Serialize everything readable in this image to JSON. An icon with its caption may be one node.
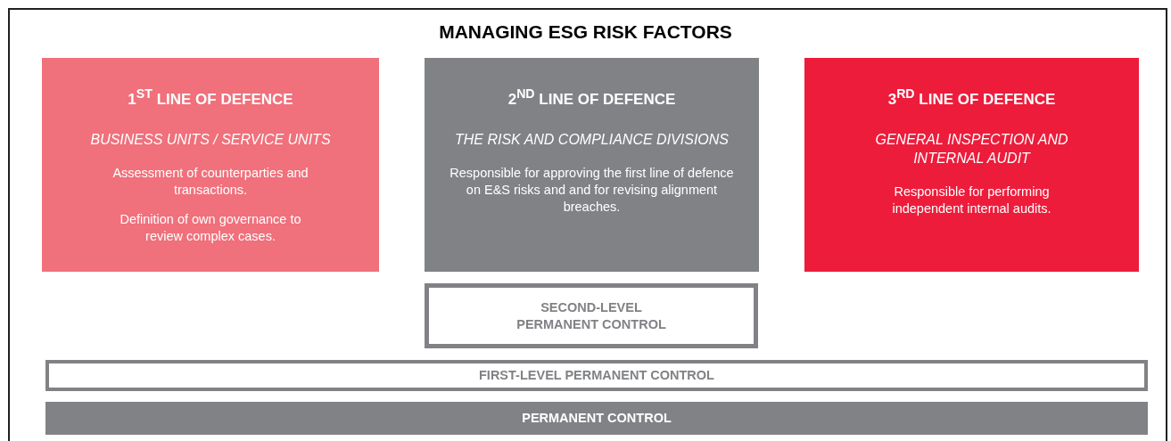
{
  "diagram": {
    "title": "MANAGING ESG RISK FACTORS",
    "nodes": [
      {
        "text": [
          "1$^{ST}$ LINE OF DEFENCE",
          "BUSINESS UNITS / SERVICE UNITS",
          "Assessment of counterparties and transactions.",
          "Definition of own governance to review complex cases."
        ]
      },
      {
        "text": [
          "2$^{ND}$ LINE OF DEFENCE",
          "THE RISK AND COMPLIANCE DIVISIONS",
          "Responsible for approving the first line of defence on E&S risks and and for revising alignment breaches."
        ]
      },
      {
        "text": [
          "3$^{RD}$ LINE OF DEFENCE",
          "GENERAL INSPECTION AND INTERNAL AUDIT",
          "Responsible for performing independent internal audits."
        ]
      },
      {
        "text": [
          "SECOND-LEVEL PERMANENT CONTROL"
        ]
      },
      {
        "text": [
          "FIRST-LEVEL PERMANENT CONTROL"
        ]
      },
      {
        "text": [
          "PERMANENT CONTROL"
        ]
      }
    ]
  }
}
